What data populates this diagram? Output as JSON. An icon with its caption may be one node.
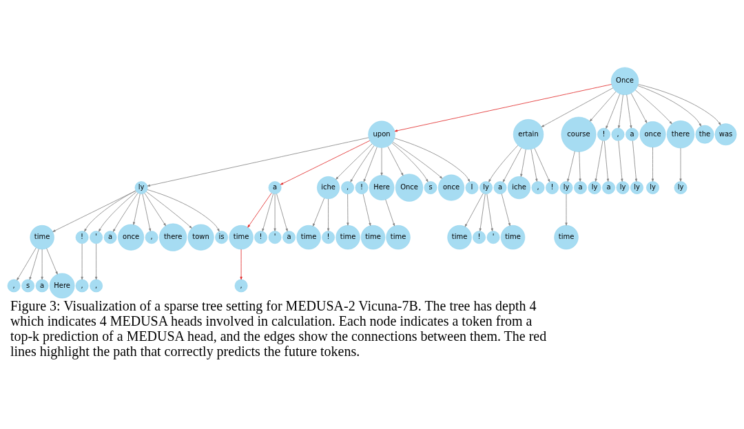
{
  "diagram": {
    "caption": "Figure 3: Visualization of a sparse tree setting for MEDUSA-2 Vicuna-7B. The tree has depth 4 which indicates 4 MEDUSA heads involved in calculation. Each node indicates a token from a top-k prediction of a MEDUSA head, and the edges show the connections between them. The red lines highlight the path that correctly predicts the future tokens.",
    "nodes": [
      {
        "text": [
          "Once"
        ]
      },
      {
        "text": [
          "upon"
        ]
      },
      {
        "text": [
          "ertain"
        ]
      },
      {
        "text": [
          "course"
        ]
      },
      {
        "text": [
          "!"
        ]
      },
      {
        "text": [
          ","
        ]
      },
      {
        "text": [
          "a"
        ]
      },
      {
        "text": [
          "once"
        ]
      },
      {
        "text": [
          "there"
        ]
      },
      {
        "text": [
          "the"
        ]
      },
      {
        "text": [
          "was"
        ]
      },
      {
        "text": [
          "ly"
        ]
      },
      {
        "text": [
          "a"
        ]
      },
      {
        "text": [
          "iche"
        ]
      },
      {
        "text": [
          ","
        ]
      },
      {
        "text": [
          "!"
        ]
      },
      {
        "text": [
          "Here"
        ]
      },
      {
        "text": [
          "Once"
        ]
      },
      {
        "text": [
          "s"
        ]
      },
      {
        "text": [
          "once"
        ]
      },
      {
        "text": [
          "I"
        ]
      },
      {
        "text": [
          "ly"
        ]
      },
      {
        "text": [
          "a"
        ]
      },
      {
        "text": [
          "iche"
        ]
      },
      {
        "text": [
          ","
        ]
      },
      {
        "text": [
          "!"
        ]
      },
      {
        "text": [
          "ly"
        ]
      },
      {
        "text": [
          "a"
        ]
      },
      {
        "text": [
          "ly"
        ]
      },
      {
        "text": [
          "a"
        ]
      },
      {
        "text": [
          "ly"
        ]
      },
      {
        "text": [
          "ly"
        ]
      },
      {
        "text": [
          "ly"
        ]
      },
      {
        "text": [
          "ly"
        ]
      },
      {
        "text": [
          "time"
        ]
      },
      {
        "text": [
          "!"
        ]
      },
      {
        "text": [
          "'"
        ]
      },
      {
        "text": [
          "a"
        ]
      },
      {
        "text": [
          "once"
        ]
      },
      {
        "text": [
          ","
        ]
      },
      {
        "text": [
          "there"
        ]
      },
      {
        "text": [
          "town"
        ]
      },
      {
        "text": [
          "is"
        ]
      },
      {
        "text": [
          "time"
        ]
      },
      {
        "text": [
          "!"
        ]
      },
      {
        "text": [
          "'"
        ]
      },
      {
        "text": [
          "a"
        ]
      },
      {
        "text": [
          "time"
        ]
      },
      {
        "text": [
          "!"
        ]
      },
      {
        "text": [
          "time"
        ]
      },
      {
        "text": [
          "time"
        ]
      },
      {
        "text": [
          "time"
        ]
      },
      {
        "text": [
          "time"
        ]
      },
      {
        "text": [
          "!"
        ]
      },
      {
        "text": [
          "'"
        ]
      },
      {
        "text": [
          "time"
        ]
      },
      {
        "text": [
          "time"
        ]
      },
      {
        "text": [
          ","
        ]
      },
      {
        "text": [
          "s"
        ]
      },
      {
        "text": [
          "a"
        ]
      },
      {
        "text": [
          "Here"
        ]
      },
      {
        "text": [
          ","
        ]
      },
      {
        "text": [
          ","
        ]
      },
      {
        "text": [
          ","
        ]
      }
    ],
    "edges": [
      {
        "from": 0,
        "to": 1,
        "arrow": "to",
        "color": "#e02020"
      },
      {
        "from": 0,
        "to": 2,
        "arrow": "to"
      },
      {
        "from": 0,
        "to": 3,
        "arrow": "to"
      },
      {
        "from": 0,
        "to": 4,
        "arrow": "to"
      },
      {
        "from": 0,
        "to": 5,
        "arrow": "to"
      },
      {
        "from": 0,
        "to": 6,
        "arrow": "to"
      },
      {
        "from": 0,
        "to": 7,
        "arrow": "to"
      },
      {
        "from": 0,
        "to": 8,
        "arrow": "to"
      },
      {
        "from": 0,
        "to": 9,
        "arrow": "to"
      },
      {
        "from": 0,
        "to": 10,
        "arrow": "to"
      },
      {
        "from": 1,
        "to": 11,
        "arrow": "to"
      },
      {
        "from": 1,
        "to": 12,
        "arrow": "to",
        "color": "#e02020"
      },
      {
        "from": 1,
        "to": 13,
        "arrow": "to"
      },
      {
        "from": 1,
        "to": 14,
        "arrow": "to"
      },
      {
        "from": 1,
        "to": 15,
        "arrow": "to"
      },
      {
        "from": 1,
        "to": 16,
        "arrow": "to"
      },
      {
        "from": 1,
        "to": 17,
        "arrow": "to"
      },
      {
        "from": 1,
        "to": 18,
        "arrow": "to"
      },
      {
        "from": 1,
        "to": 19,
        "arrow": "to"
      },
      {
        "from": 1,
        "to": 20,
        "arrow": "to"
      },
      {
        "from": 2,
        "to": 21,
        "arrow": "to"
      },
      {
        "from": 2,
        "to": 22,
        "arrow": "to"
      },
      {
        "from": 2,
        "to": 23,
        "arrow": "to"
      },
      {
        "from": 2,
        "to": 24,
        "arrow": "to"
      },
      {
        "from": 2,
        "to": 25,
        "arrow": "to"
      },
      {
        "from": 3,
        "to": 26,
        "arrow": "to"
      },
      {
        "from": 3,
        "to": 27,
        "arrow": "to"
      },
      {
        "from": 4,
        "to": 28,
        "arrow": "to"
      },
      {
        "from": 4,
        "to": 29,
        "arrow": "to"
      },
      {
        "from": 5,
        "to": 30,
        "arrow": "to"
      },
      {
        "from": 6,
        "to": 31,
        "arrow": "to"
      },
      {
        "from": 7,
        "to": 32,
        "arrow": "to"
      },
      {
        "from": 8,
        "to": 33,
        "arrow": "to"
      },
      {
        "from": 11,
        "to": 34,
        "arrow": "to"
      },
      {
        "from": 11,
        "to": 35,
        "arrow": "to"
      },
      {
        "from": 11,
        "to": 36,
        "arrow": "to"
      },
      {
        "from": 11,
        "to": 37,
        "arrow": "to"
      },
      {
        "from": 11,
        "to": 38,
        "arrow": "to"
      },
      {
        "from": 11,
        "to": 39,
        "arrow": "to"
      },
      {
        "from": 11,
        "to": 40,
        "arrow": "to"
      },
      {
        "from": 11,
        "to": 41,
        "arrow": "to"
      },
      {
        "from": 11,
        "to": 42,
        "arrow": "to"
      },
      {
        "from": 12,
        "to": 43,
        "arrow": "to",
        "color": "#e02020"
      },
      {
        "from": 12,
        "to": 44,
        "arrow": "to"
      },
      {
        "from": 12,
        "to": 45,
        "arrow": "to"
      },
      {
        "from": 12,
        "to": 46,
        "arrow": "to"
      },
      {
        "from": 13,
        "to": 47,
        "arrow": "to"
      },
      {
        "from": 13,
        "to": 48,
        "arrow": "to"
      },
      {
        "from": 14,
        "to": 49,
        "arrow": "to"
      },
      {
        "from": 15,
        "to": 50,
        "arrow": "to"
      },
      {
        "from": 16,
        "to": 51,
        "arrow": "to"
      },
      {
        "from": 21,
        "to": 52,
        "arrow": "to"
      },
      {
        "from": 21,
        "to": 53,
        "arrow": "to"
      },
      {
        "from": 21,
        "to": 54,
        "arrow": "to"
      },
      {
        "from": 22,
        "to": 55,
        "arrow": "to"
      },
      {
        "from": 26,
        "to": 56,
        "arrow": "to"
      },
      {
        "from": 34,
        "to": 57,
        "arrow": "to"
      },
      {
        "from": 34,
        "to": 58,
        "arrow": "to"
      },
      {
        "from": 34,
        "to": 59,
        "arrow": "to"
      },
      {
        "from": 34,
        "to": 60,
        "arrow": "to"
      },
      {
        "from": 35,
        "to": 61,
        "arrow": "to"
      },
      {
        "from": 36,
        "to": 62,
        "arrow": "to"
      },
      {
        "from": 43,
        "to": 63,
        "arrow": "to",
        "color": "#e02020"
      }
    ]
  }
}
